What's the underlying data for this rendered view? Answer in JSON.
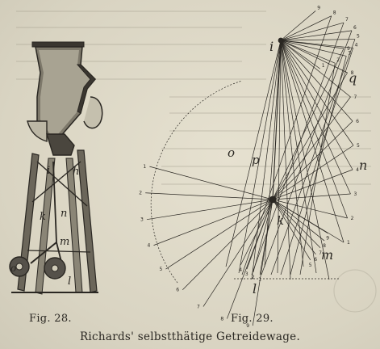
{
  "figures": [
    {
      "caption": "Fig. 28.",
      "labels": [
        "i",
        "h",
        "k",
        "n",
        "m",
        "o",
        "l"
      ]
    },
    {
      "caption": "Fig. 29.",
      "labels": [
        "i",
        "q",
        "o",
        "p",
        "n",
        "k",
        "m",
        "l"
      ]
    }
  ],
  "main_caption": "Richards' selbstthätige Getreidewage.",
  "fig29_arc_numbers": {
    "top_arc": [
      "9",
      "8",
      "7",
      "6",
      "5",
      "4",
      "3",
      "2",
      "1"
    ],
    "right_arc": [
      "9",
      "8",
      "7",
      "6",
      "5",
      "4",
      "3",
      "2",
      "1"
    ],
    "left_arc": [
      "1",
      "2",
      "3",
      "4",
      "5",
      "6",
      "7",
      "8",
      "9"
    ],
    "bottom_arc": [
      "1",
      "2",
      "3",
      "4",
      "5",
      "6",
      "7",
      "8",
      "9"
    ]
  }
}
